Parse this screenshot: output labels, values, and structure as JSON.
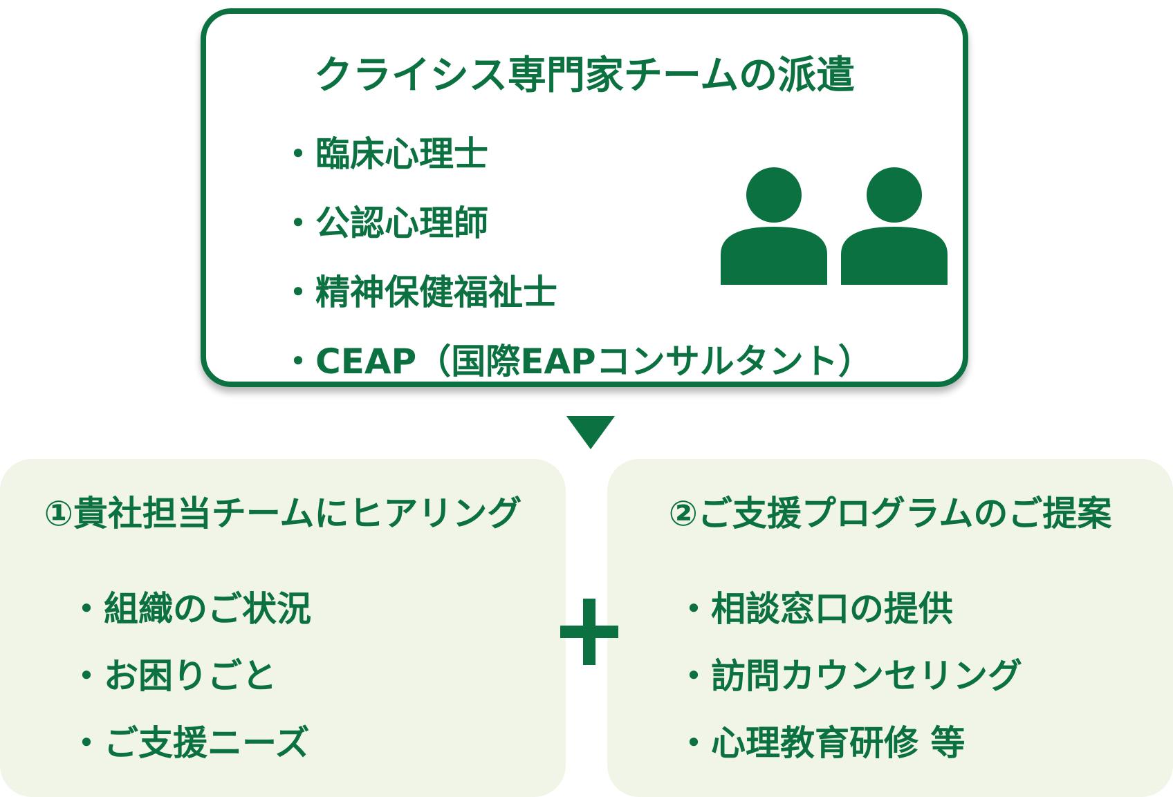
{
  "team": {
    "title": "クライシス専門家チームの派遣",
    "members": [
      "・臨床心理士",
      "・公認心理師",
      "・精神保健福祉士",
      "・CEAP（国際EAPコンサルタント）"
    ],
    "icon": "people-icon"
  },
  "arrow": {
    "icon": "triangle-down-icon"
  },
  "hearing": {
    "title": "①貴社担当チームにヒアリング",
    "items": [
      "・組織のご状況",
      "・お困りごと",
      "・ご支援ニーズ"
    ]
  },
  "connector": {
    "icon": "plus-icon"
  },
  "proposal": {
    "title": "②ご支援プログラムのご提案",
    "items": [
      "・相談窓口の提供",
      "・訪問カウンセリング",
      "・心理教育研修 等"
    ]
  },
  "colors": {
    "primary_green": "#0b7140",
    "panel_background": "#f0f5e8",
    "box_background": "#ffffff"
  }
}
